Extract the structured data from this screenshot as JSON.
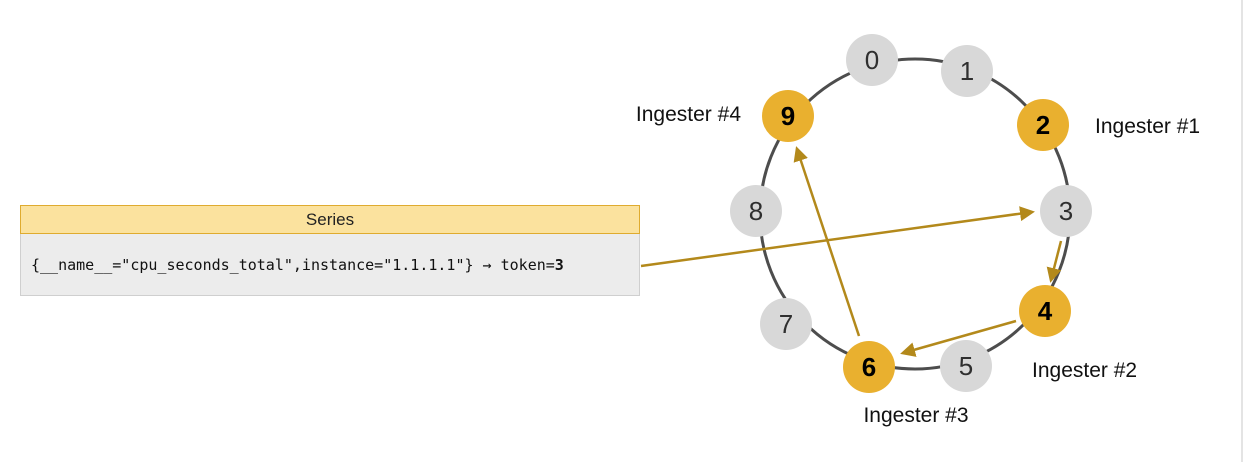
{
  "colors": {
    "highlight": "#E9B02F",
    "token_bg": "#D8D8D8",
    "ring": "#4D4D4D",
    "arrow": "#B3891B",
    "series_header_bg": "#FBE29E",
    "series_header_border": "#DFAB2F",
    "series_body_bg": "#ECECEC"
  },
  "series_box": {
    "title": "Series",
    "query_prefix": "{__name__=\"cpu_seconds_total\",instance=\"1.1.1.1\"} → token=",
    "token_value": "3"
  },
  "ring": {
    "tokens": [
      {
        "value": "0",
        "highlighted": false
      },
      {
        "value": "1",
        "highlighted": false
      },
      {
        "value": "2",
        "highlighted": true,
        "ingester": "Ingester #1"
      },
      {
        "value": "3",
        "highlighted": false
      },
      {
        "value": "4",
        "highlighted": true,
        "ingester": "Ingester #2"
      },
      {
        "value": "5",
        "highlighted": false
      },
      {
        "value": "6",
        "highlighted": true,
        "ingester": "Ingester #3"
      },
      {
        "value": "7",
        "highlighted": false
      },
      {
        "value": "8",
        "highlighted": false
      },
      {
        "value": "9",
        "highlighted": true,
        "ingester": "Ingester #4"
      }
    ]
  }
}
